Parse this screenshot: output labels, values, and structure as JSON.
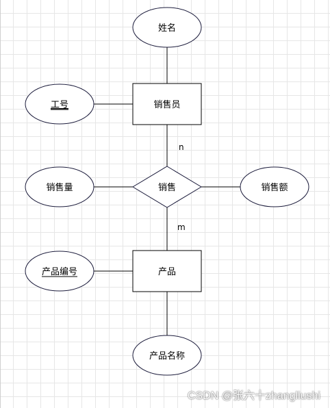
{
  "entities": {
    "salesperson": "销售员",
    "product": "产品"
  },
  "relationship": {
    "sale": "销售"
  },
  "attributes": {
    "name": "姓名",
    "employee_id": "工号",
    "sales_volume": "销售量",
    "sales_amount": "销售额",
    "product_id": "产品编号",
    "product_name": "产品名称"
  },
  "cardinality": {
    "salesperson_side": "n",
    "product_side": "m"
  },
  "colors": {
    "shape_stroke": "#1a1a3a",
    "line": "#000000",
    "grid": "#e6e6e6"
  },
  "watermark": "CSDN @张六十zhangliushi"
}
